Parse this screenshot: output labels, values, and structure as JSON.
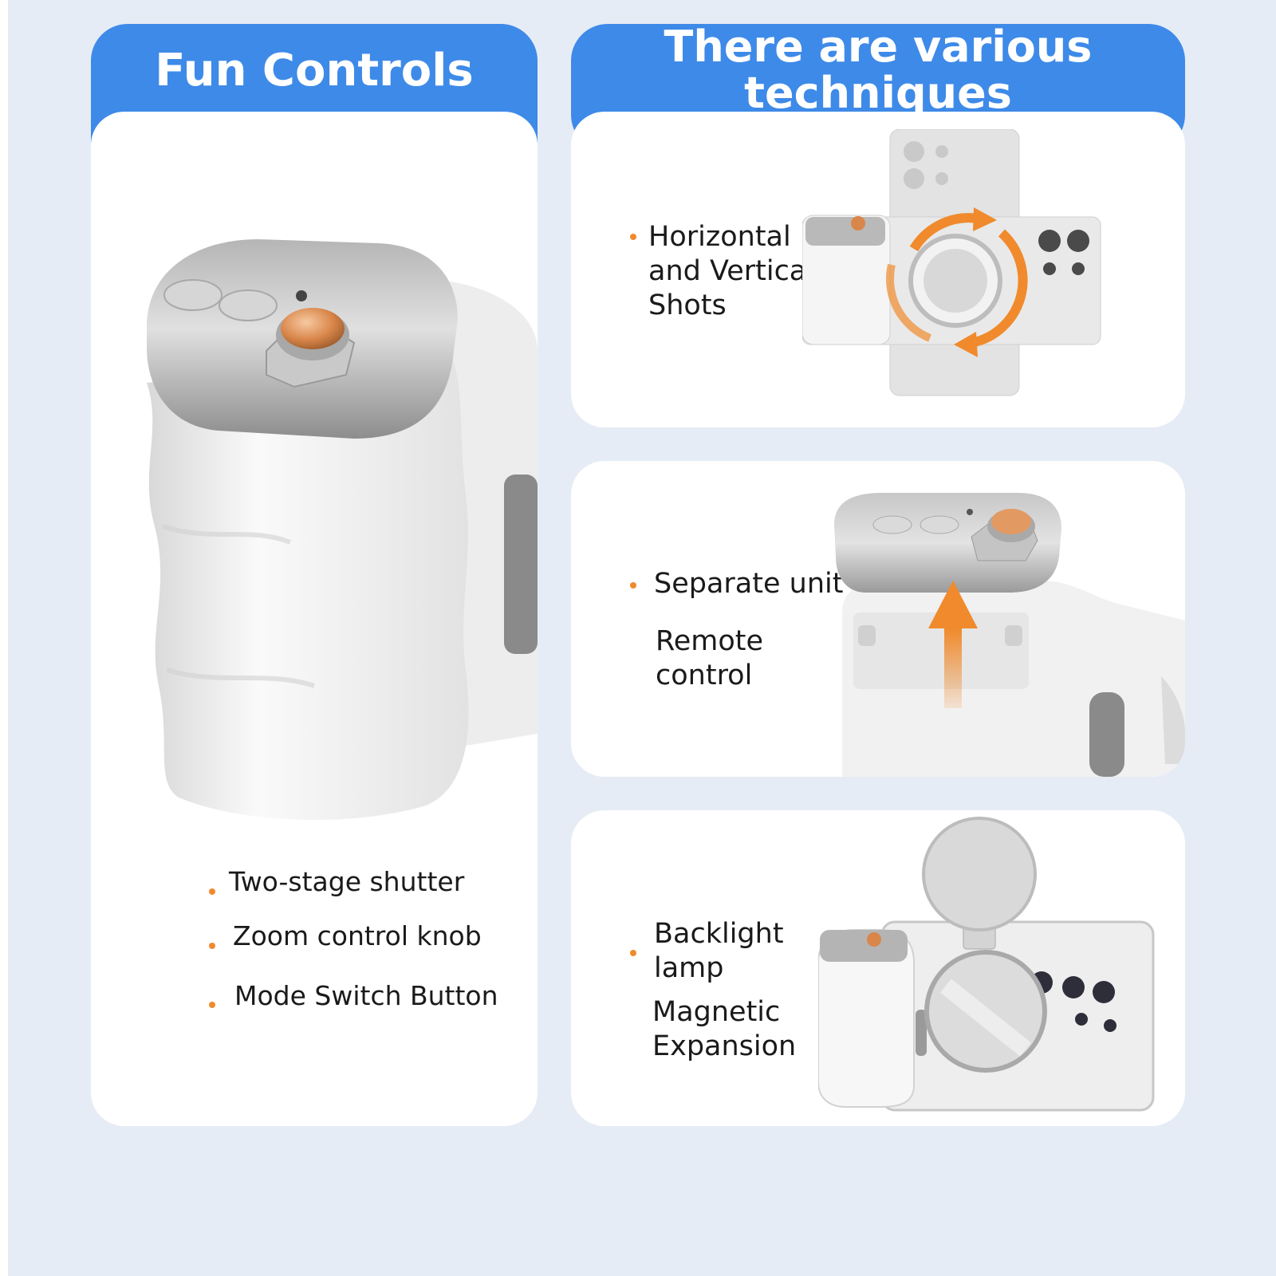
{
  "left_panel": {
    "title": "Fun Controls",
    "features": [
      {
        "label": "Two-stage shutter"
      },
      {
        "label": "Zoom control knob"
      },
      {
        "label": "Mode Switch Button"
      }
    ]
  },
  "right_panel": {
    "title": "There are various techniques",
    "cards": [
      {
        "label": "Horizontal and Vertical Shots",
        "icon": "rotate-arrows-icon"
      },
      {
        "label": "Separate unit",
        "sub_label": "Remote control",
        "icon": "up-arrow-icon"
      },
      {
        "label": "Backlight lamp",
        "sub_label": "Magnetic Expansion",
        "icon": "magnetic-lamp-icon"
      }
    ]
  },
  "colors": {
    "accent_blue": "#3e8ae8",
    "bullet_orange": "#f08a2c",
    "background": "#e6ecf5"
  }
}
